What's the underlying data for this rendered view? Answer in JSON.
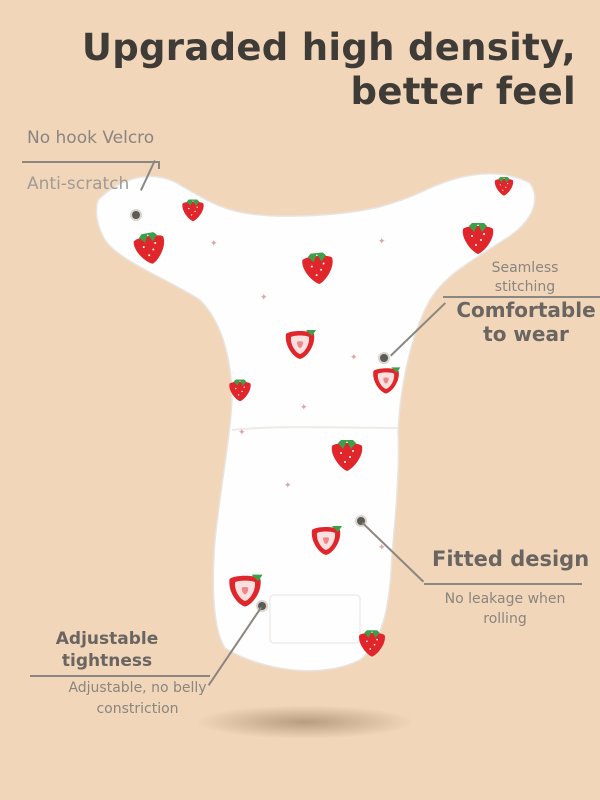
{
  "title": "Upgraded high density, better feel",
  "callouts": {
    "no_hook_velcro": "No hook Velcro",
    "anti_scratch": "Anti-scratch",
    "seamless_stitching": "Seamless stitching",
    "comfortable_to_wear": "Comfortable to wear",
    "fitted_design": "Fitted design",
    "no_leakage": "No leakage when rolling",
    "adjustable_tightness": "Adjustable tightness",
    "no_belly_constriction": "Adjustable, no belly constriction"
  },
  "colors": {
    "background": "#f1d6ba",
    "fabric": "#ffffff",
    "strawberry": "#e0262a",
    "leaf": "#3aa04a"
  },
  "product": {
    "pattern_icon": "strawberry-icon"
  }
}
